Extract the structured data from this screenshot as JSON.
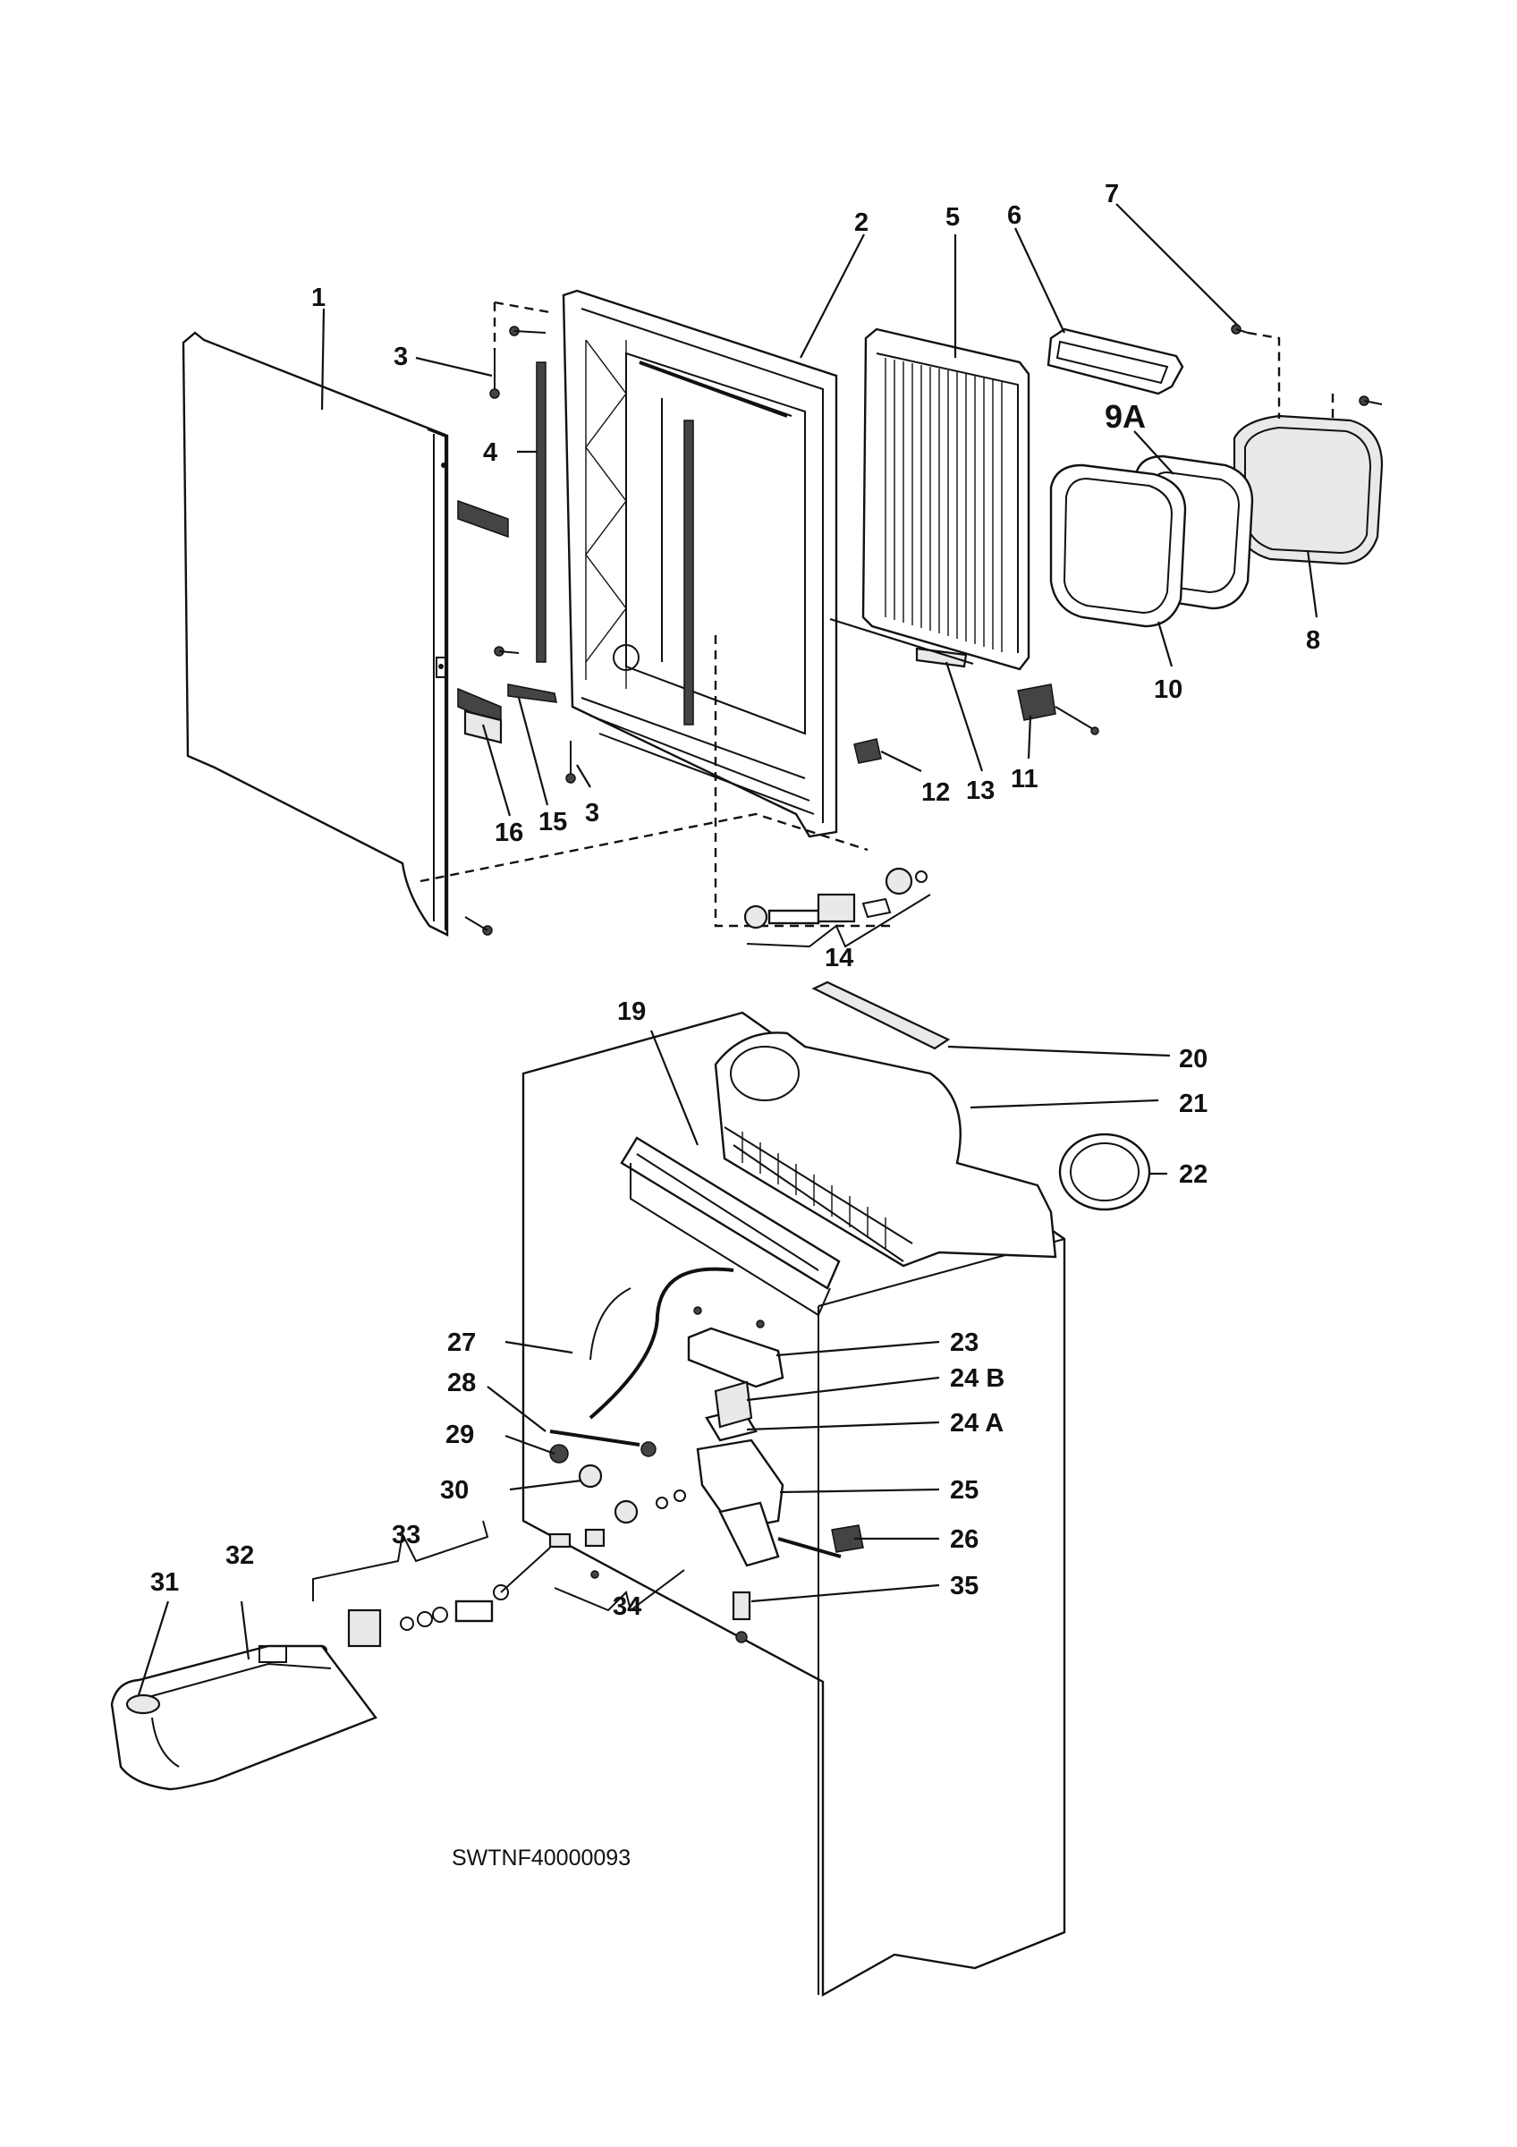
{
  "diagram": {
    "drawing_code": "SWTNF40000093",
    "callouts": [
      {
        "id": "1",
        "label": "1"
      },
      {
        "id": "2",
        "label": "2"
      },
      {
        "id": "3a",
        "label": "3"
      },
      {
        "id": "3b",
        "label": "3"
      },
      {
        "id": "4",
        "label": "4"
      },
      {
        "id": "5",
        "label": "5"
      },
      {
        "id": "6",
        "label": "6"
      },
      {
        "id": "7",
        "label": "7"
      },
      {
        "id": "8",
        "label": "8"
      },
      {
        "id": "9A",
        "label": "9A"
      },
      {
        "id": "10",
        "label": "10"
      },
      {
        "id": "11",
        "label": "11"
      },
      {
        "id": "12",
        "label": "12"
      },
      {
        "id": "13",
        "label": "13"
      },
      {
        "id": "14",
        "label": "14"
      },
      {
        "id": "15",
        "label": "15"
      },
      {
        "id": "16",
        "label": "16"
      },
      {
        "id": "19",
        "label": "19"
      },
      {
        "id": "20",
        "label": "20"
      },
      {
        "id": "21",
        "label": "21"
      },
      {
        "id": "22",
        "label": "22"
      },
      {
        "id": "23",
        "label": "23"
      },
      {
        "id": "24B",
        "label": "24 B"
      },
      {
        "id": "24A",
        "label": "24 A"
      },
      {
        "id": "25",
        "label": "25"
      },
      {
        "id": "26",
        "label": "26"
      },
      {
        "id": "27",
        "label": "27"
      },
      {
        "id": "28",
        "label": "28"
      },
      {
        "id": "29",
        "label": "29"
      },
      {
        "id": "30",
        "label": "30"
      },
      {
        "id": "31",
        "label": "31"
      },
      {
        "id": "32",
        "label": "32"
      },
      {
        "id": "33",
        "label": "33"
      },
      {
        "id": "34",
        "label": "34"
      },
      {
        "id": "35",
        "label": "35"
      }
    ]
  }
}
